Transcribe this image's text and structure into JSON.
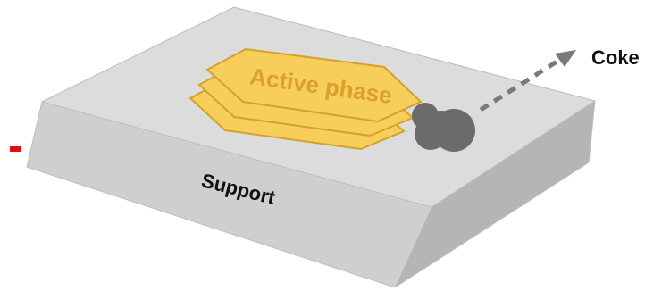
{
  "labels": {
    "active_phase": "Active phase",
    "coke": "Coke",
    "support": "Support"
  },
  "colors": {
    "support_top": "#dcdcdc",
    "support_front": "#cfcfcf",
    "support_side": "#b5b5b5",
    "support_edge": "#bdbdbd",
    "active_phase_fill": "#f7cd5c",
    "active_phase_stroke": "#d4a22a",
    "active_phase_text": "#d9a12a",
    "coke_fill": "#6b6b6b",
    "arrow": "#7a7a7a",
    "text": "#111111",
    "marker": "#e01010"
  }
}
